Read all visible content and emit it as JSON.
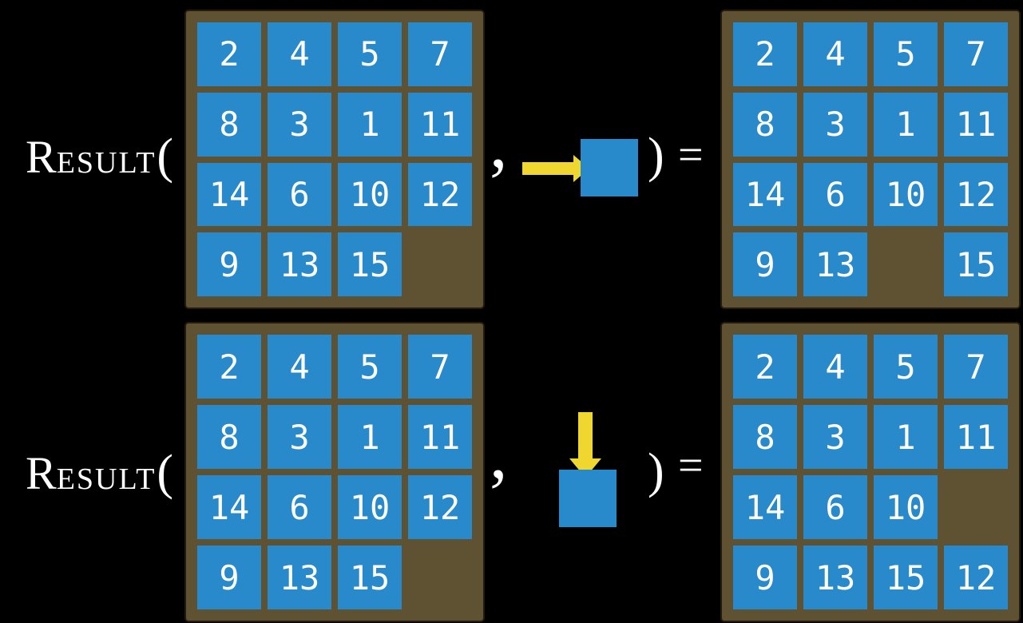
{
  "colors": {
    "background": "#000000",
    "frame_brown": "#5F5232",
    "frame_outline": "#241B0E",
    "tile_blue": "#288ACB",
    "tile_text": "#FFFFFF",
    "arrow_yellow": "#EFD72F",
    "label_text": "#FFFFFF"
  },
  "function_label": {
    "initial": "R",
    "rest": "ESULT",
    "open_paren": "("
  },
  "operators": {
    "comma": ",",
    "close_paren": ")",
    "equals": "="
  },
  "rows": [
    {
      "name": "slide-right-example",
      "move_direction": "right",
      "input_grid": [
        2,
        4,
        5,
        7,
        8,
        3,
        1,
        11,
        14,
        6,
        10,
        12,
        9,
        13,
        15,
        null
      ],
      "result_grid": [
        2,
        4,
        5,
        7,
        8,
        3,
        1,
        11,
        14,
        6,
        10,
        12,
        9,
        13,
        null,
        15
      ]
    },
    {
      "name": "slide-down-example",
      "move_direction": "down",
      "input_grid": [
        2,
        4,
        5,
        7,
        8,
        3,
        1,
        11,
        14,
        6,
        10,
        12,
        9,
        13,
        15,
        null
      ],
      "result_grid": [
        2,
        4,
        5,
        7,
        8,
        3,
        1,
        11,
        14,
        6,
        10,
        null,
        9,
        13,
        15,
        12
      ]
    }
  ]
}
